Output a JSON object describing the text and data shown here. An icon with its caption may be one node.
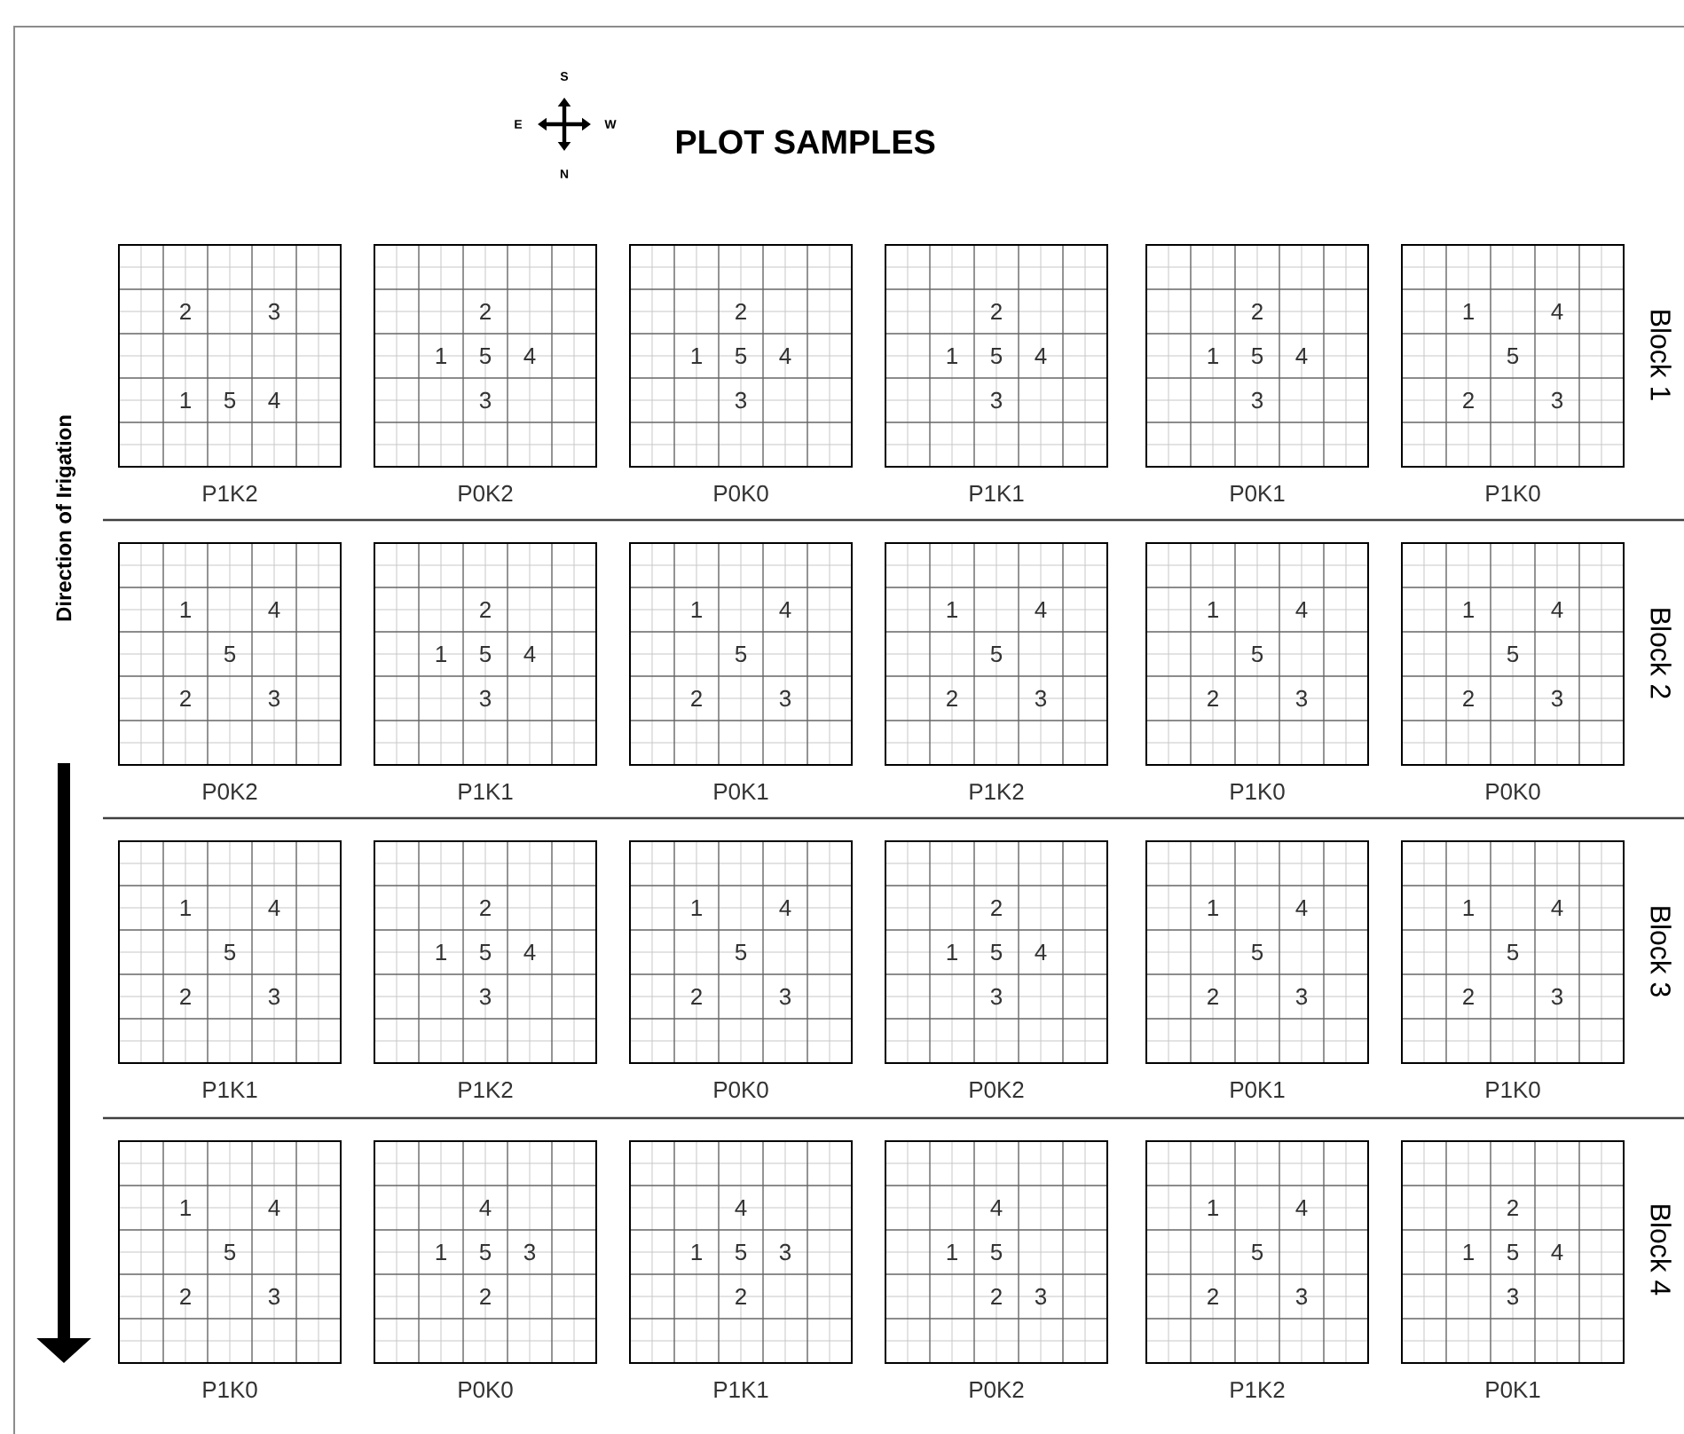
{
  "diagram": {
    "title": "PLOT SAMPLES",
    "nodes": [
      {
        "text": [
          "2",
          "3",
          "1",
          "5",
          "4"
        ],
        "beside": [
          "P1K2"
        ]
      },
      {
        "text": [
          "2",
          "1",
          "5",
          "4",
          "3"
        ],
        "beside": [
          "P0K2"
        ]
      },
      {
        "text": [
          "2",
          "1",
          "5",
          "4",
          "3"
        ],
        "beside": [
          "P0K0"
        ]
      },
      {
        "text": [
          "2",
          "1",
          "5",
          "4",
          "3"
        ],
        "beside": [
          "P1K1"
        ]
      },
      {
        "text": [
          "2",
          "1",
          "5",
          "4",
          "3"
        ],
        "beside": [
          "P0K1"
        ]
      },
      {
        "text": [
          "1",
          "4",
          "5",
          "2",
          "3"
        ],
        "beside": [
          "P1K0"
        ]
      },
      {
        "text": [
          "1",
          "4",
          "5",
          "2",
          "3"
        ],
        "beside": [
          "P0K2"
        ]
      },
      {
        "text": [
          "2",
          "1",
          "5",
          "4",
          "3"
        ],
        "beside": [
          "P1K1"
        ]
      },
      {
        "text": [
          "1",
          "4",
          "5",
          "2",
          "3"
        ],
        "beside": [
          "P0K1"
        ]
      },
      {
        "text": [
          "1",
          "4",
          "5",
          "2",
          "3"
        ],
        "beside": [
          "P1K2"
        ]
      },
      {
        "text": [
          "1",
          "4",
          "5",
          "2",
          "3"
        ],
        "beside": [
          "P1K0"
        ]
      },
      {
        "text": [
          "1",
          "4",
          "5",
          "2",
          "3"
        ],
        "beside": [
          "P0K0"
        ]
      },
      {
        "text": [
          "1",
          "4",
          "5",
          "2",
          "3"
        ],
        "beside": [
          "P1K1"
        ]
      },
      {
        "text": [
          "2",
          "1",
          "5",
          "4",
          "3"
        ],
        "beside": [
          "P1K2"
        ]
      },
      {
        "text": [
          "1",
          "4",
          "5",
          "2",
          "3"
        ],
        "beside": [
          "P0K0"
        ]
      },
      {
        "text": [
          "2",
          "1",
          "5",
          "4",
          "3"
        ],
        "beside": [
          "P0K2"
        ]
      },
      {
        "text": [
          "1",
          "4",
          "5",
          "2",
          "3"
        ],
        "beside": [
          "P0K1"
        ]
      },
      {
        "text": [
          "1",
          "4",
          "5",
          "2",
          "3"
        ],
        "beside": [
          "P1K0"
        ]
      },
      {
        "text": [
          "1",
          "4",
          "5",
          "2",
          "3"
        ],
        "beside": [
          "P1K0"
        ]
      },
      {
        "text": [
          "4",
          "1",
          "5",
          "3",
          "2"
        ],
        "beside": [
          "P0K0"
        ]
      },
      {
        "text": [
          "4",
          "1",
          "5",
          "3",
          "2"
        ],
        "beside": [
          "P1K1"
        ]
      },
      {
        "text": [
          "4",
          "1",
          "5",
          "2",
          "3"
        ],
        "beside": [
          "P0K2"
        ]
      },
      {
        "text": [
          "1",
          "4",
          "5",
          "2",
          "3"
        ],
        "beside": [
          "P1K2"
        ]
      },
      {
        "text": [
          "2",
          "1",
          "5",
          "4",
          "3"
        ],
        "beside": [
          "P0K1"
        ]
      }
    ],
    "labels": [
      "S",
      "E",
      "W",
      "N",
      "Direction of Irigation",
      "Block 1",
      "Block 2",
      "Block 3",
      "Block 4"
    ]
  }
}
